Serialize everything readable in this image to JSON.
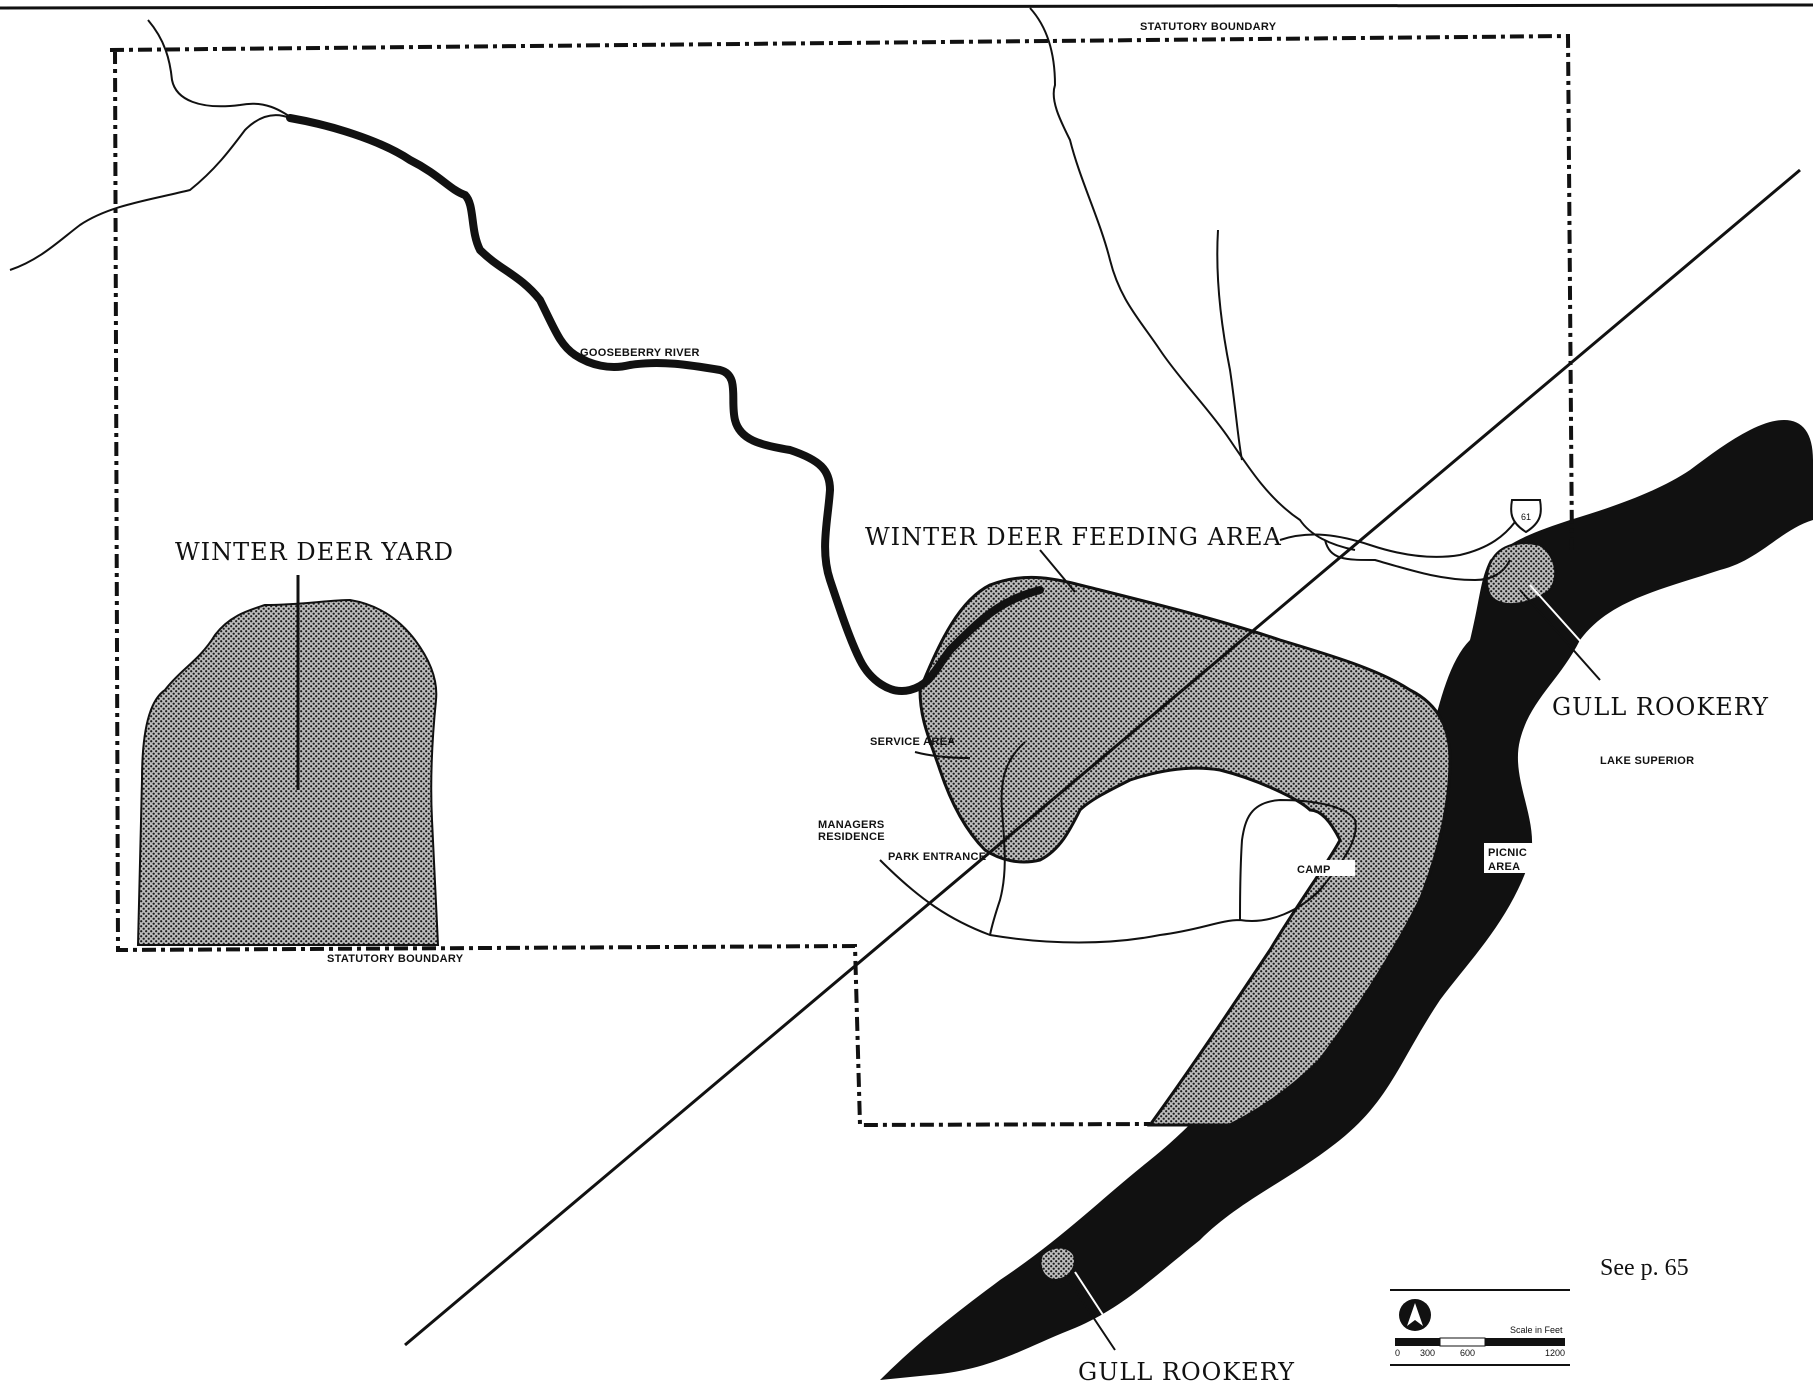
{
  "labels": {
    "statutory_boundary_top": "STATUTORY BOUNDARY",
    "statutory_boundary_bottom": "STATUTORY BOUNDARY",
    "gooseberry_river": "GOOSEBERRY RIVER",
    "winter_deer_yard": "WINTER DEER YARD",
    "winter_deer_feeding_area": "WINTER DEER FEEDING AREA",
    "service_area": "SERVICE AREA",
    "managers_residence_line1": "MANAGERS",
    "managers_residence_line2": "RESIDENCE",
    "park_entrance": "PARK ENTRANCE",
    "campground": "CAMP",
    "picnic_area_line1": "PICNIC",
    "picnic_area_line2": "AREA",
    "gull_rookery_upper": "GULL ROOKERY",
    "gull_rookery_lower": "GULL ROOKERY",
    "lake_superior": "LAKE SUPERIOR",
    "highway_shield": "61",
    "see_page": "See p. 65"
  },
  "scale_bar": {
    "title": "Scale in Feet",
    "ticks": [
      "0",
      "300",
      "600",
      "1200"
    ]
  },
  "icons": {
    "north_arrow": "north-arrow-icon",
    "highway_shield": "us-highway-shield-icon"
  },
  "colors": {
    "ink": "#111111",
    "paper": "#ffffff",
    "stipple": "#555555"
  }
}
